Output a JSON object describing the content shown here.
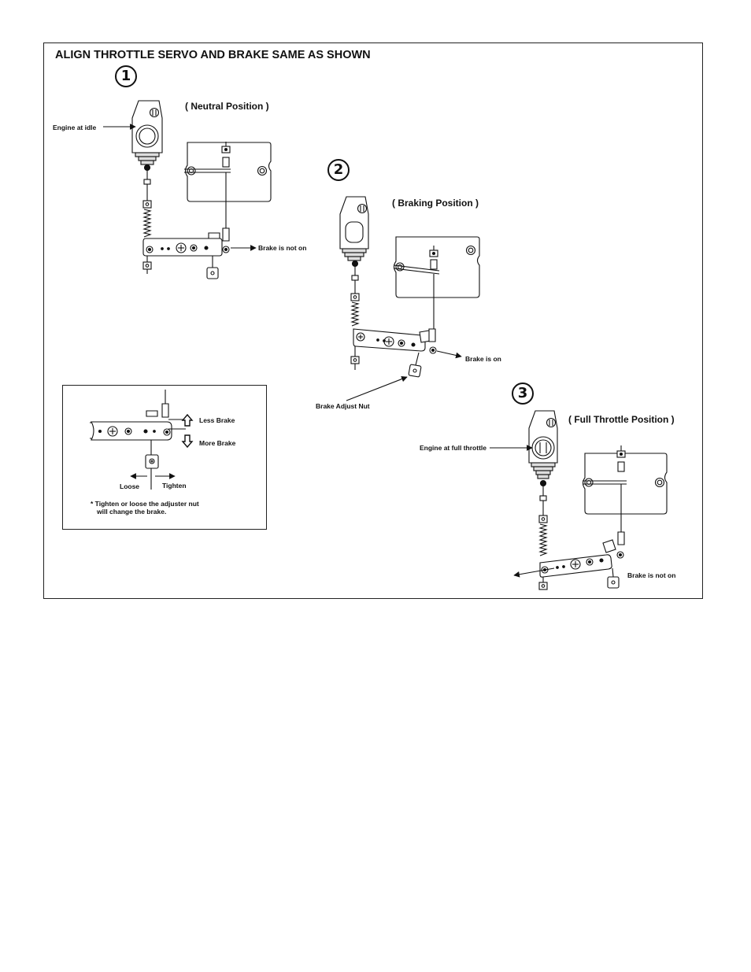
{
  "title": "ALIGN THROTTLE SERVO AND BRAKE SAME AS SHOWN",
  "steps": [
    {
      "number": "1",
      "position_label": "( Neutral Position )",
      "left_label": "Engine at idle",
      "right_label": "Brake is not on"
    },
    {
      "number": "2",
      "position_label": "( Braking Position )",
      "right_label": "Brake is on",
      "bottom_label": "Brake Adjust Nut"
    },
    {
      "number": "3",
      "position_label": "( Full Throttle Position )",
      "left_label": "Engine at full throttle",
      "right_label": "Brake is not on"
    }
  ],
  "inset": {
    "less_brake": "Less Brake",
    "more_brake": "More Brake",
    "loose": "Loose",
    "tighten": "Tighten",
    "note_line1": "* Tighten or loose the adjuster nut",
    "note_line2": "will change the brake."
  }
}
